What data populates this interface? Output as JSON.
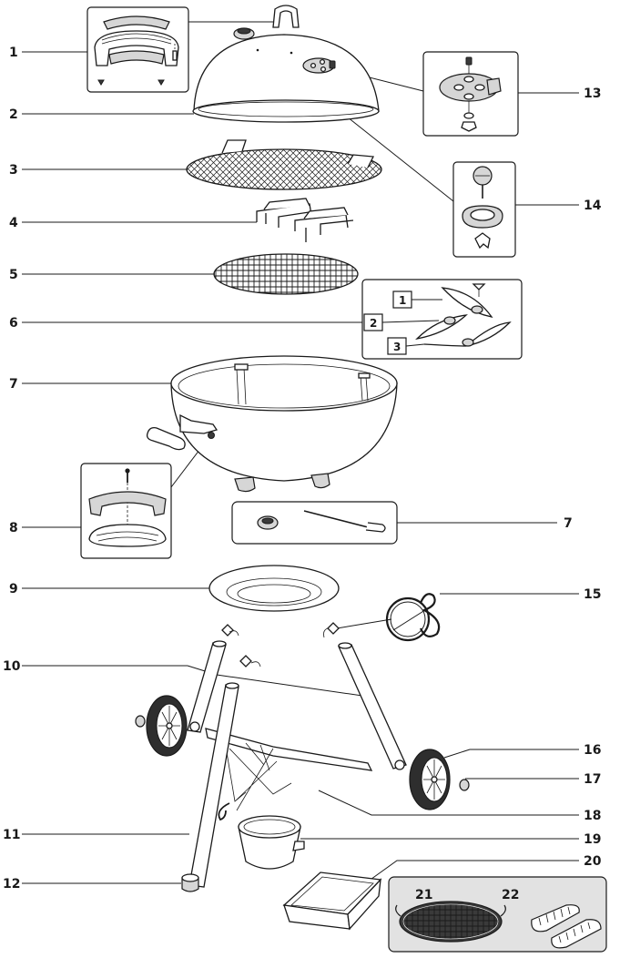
{
  "callouts": {
    "left": [
      "1",
      "2",
      "3",
      "4",
      "5",
      "6",
      "7",
      "8",
      "9",
      "10",
      "11",
      "12"
    ],
    "right": [
      "13",
      "14",
      "7",
      "15",
      "16",
      "17",
      "18",
      "19",
      "20"
    ]
  },
  "blade_steps": [
    "1",
    "2",
    "3"
  ],
  "accessory_box": [
    "21",
    "22"
  ]
}
